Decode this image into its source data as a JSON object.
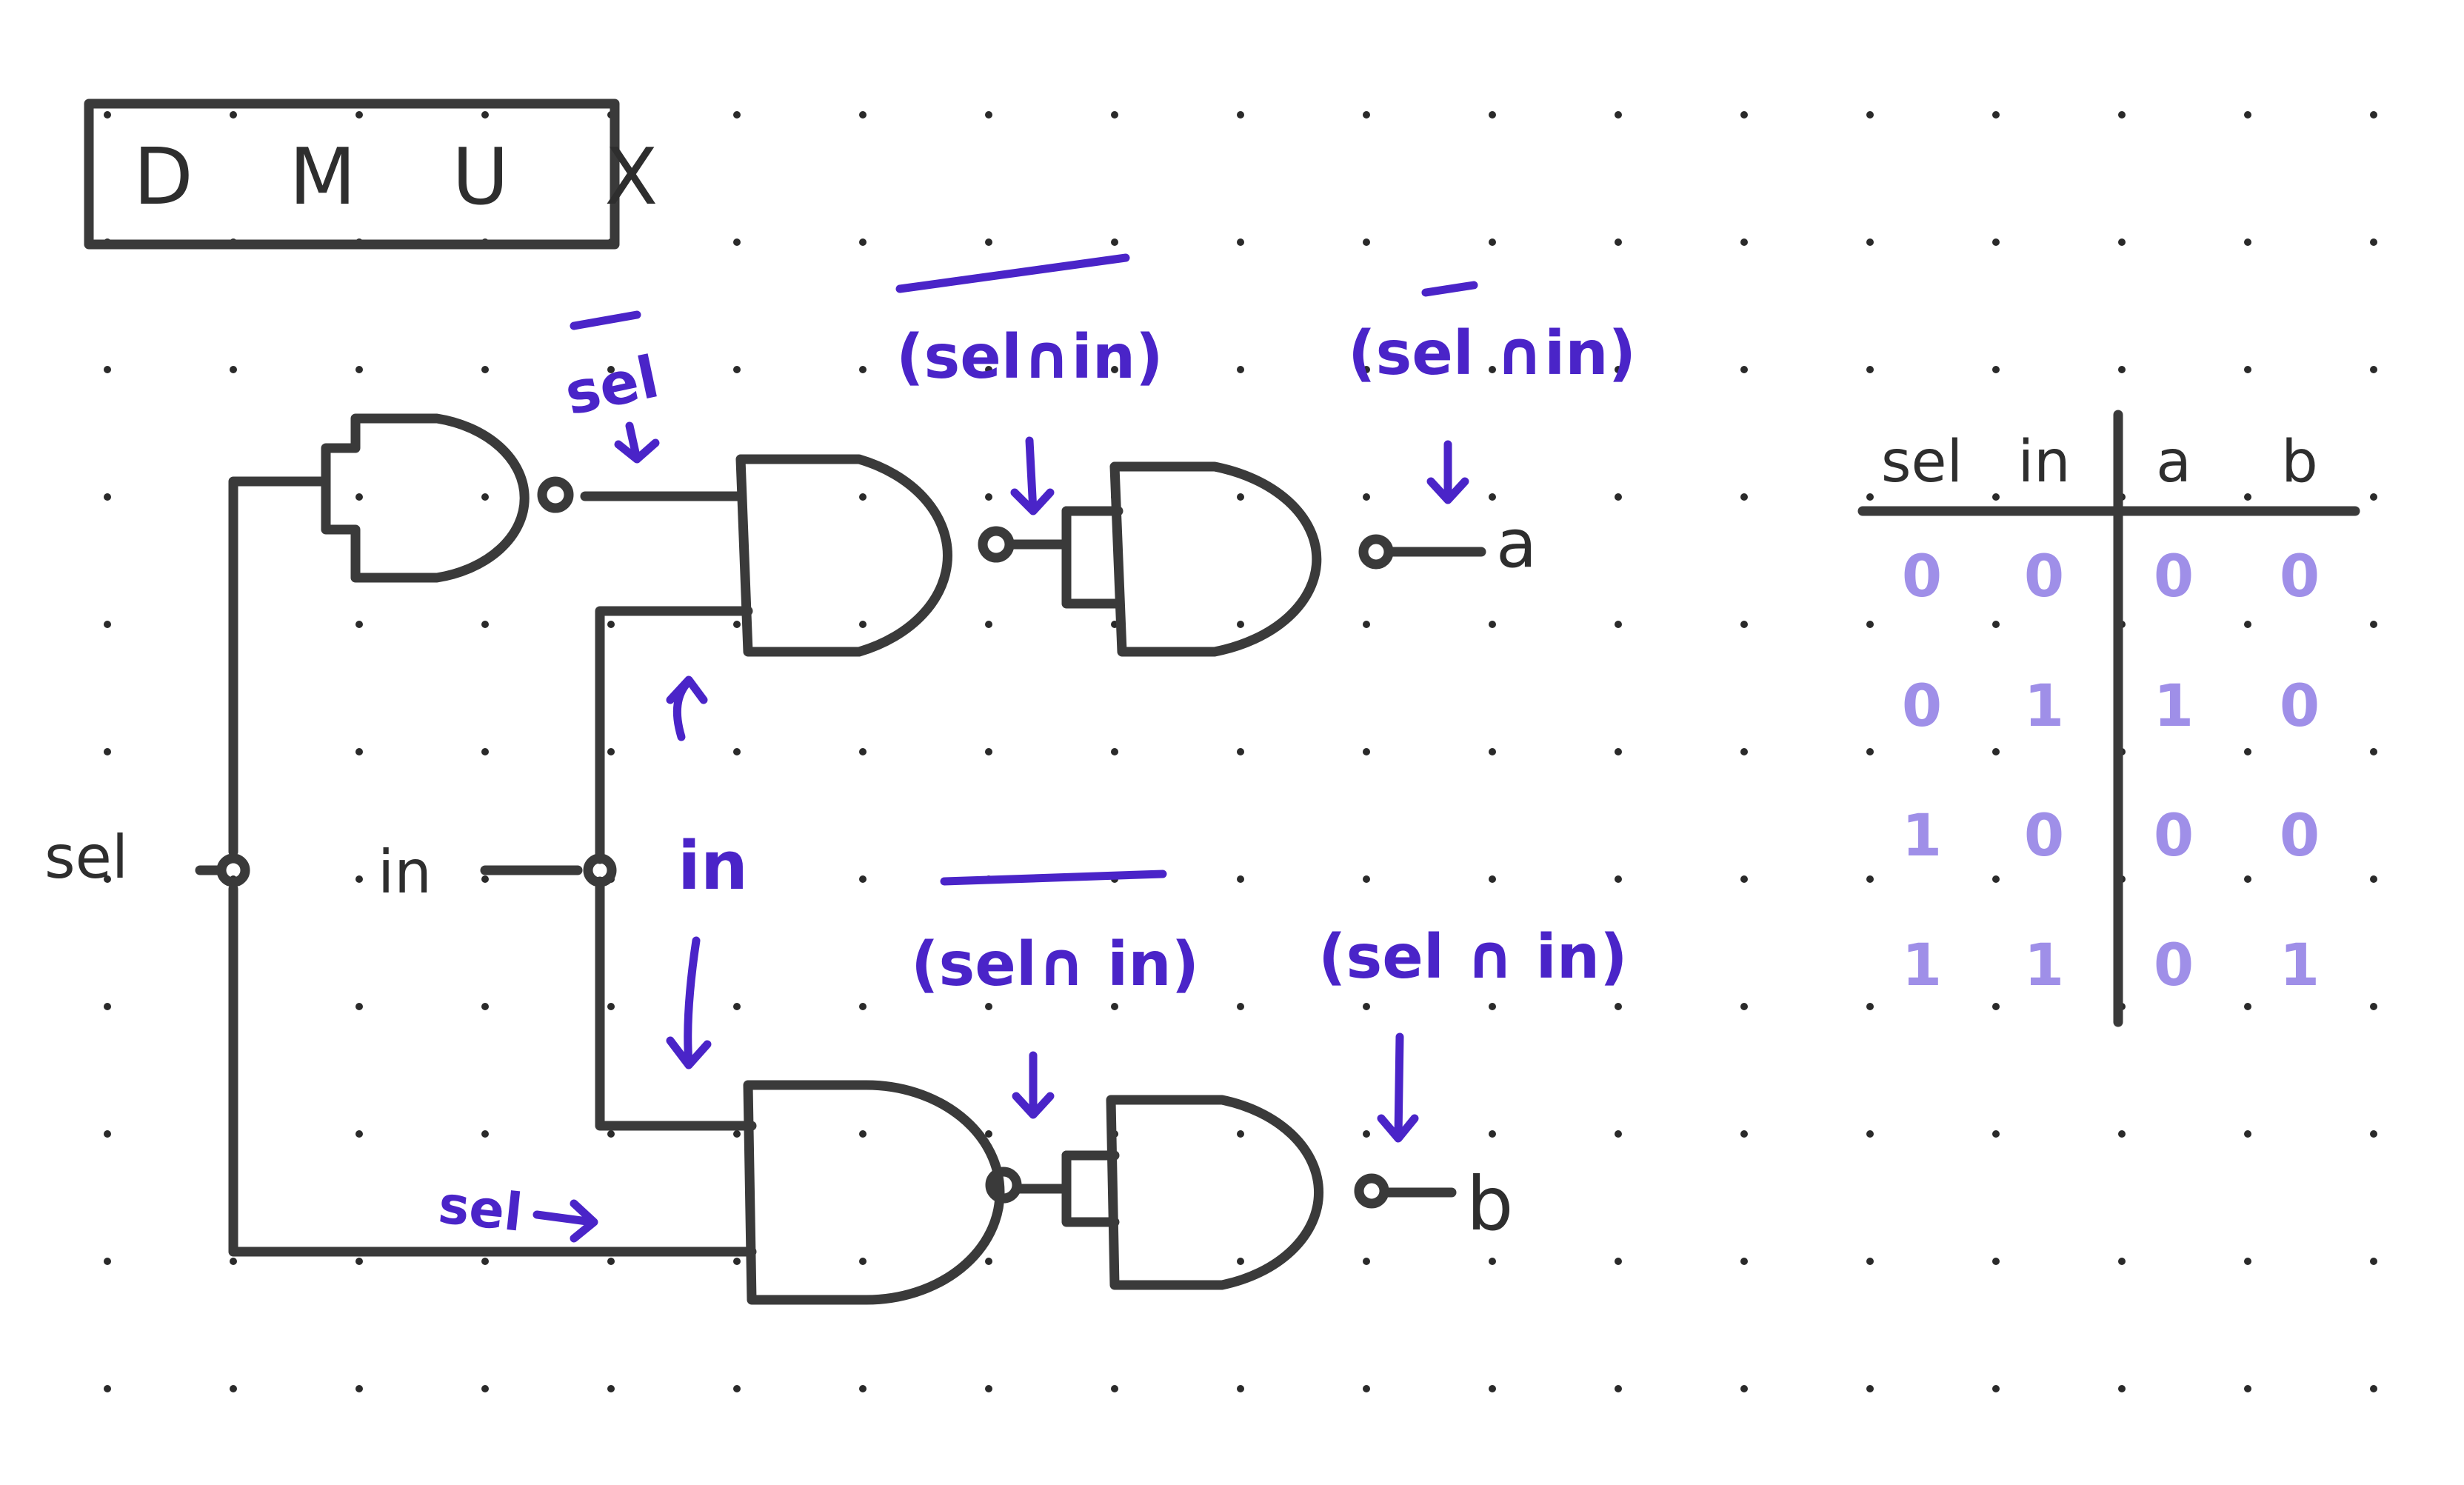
{
  "title": "D M U X",
  "inputs": {
    "sel": "sel",
    "in": "in"
  },
  "outputs": {
    "a": "a",
    "b": "b"
  },
  "annotations": {
    "not_sel": "sel",
    "in_label": "in",
    "sel_label": "sel",
    "top_nand": "(sel∩in)",
    "top_out": "(sel ∩in)",
    "bottom_nand": "(sel∩ in)",
    "bottom_out": "(sel ∩ in)"
  },
  "truth_table": {
    "headers": [
      "sel",
      "in",
      "a",
      "b"
    ],
    "rows": [
      [
        "0",
        "0",
        "0",
        "0"
      ],
      [
        "0",
        "1",
        "1",
        "0"
      ],
      [
        "1",
        "0",
        "0",
        "0"
      ],
      [
        "1",
        "1",
        "0",
        "1"
      ]
    ]
  },
  "colors": {
    "ink": "#3a3a3a",
    "annotation": "#4a24c8",
    "table_values": "#9f8fe8"
  }
}
